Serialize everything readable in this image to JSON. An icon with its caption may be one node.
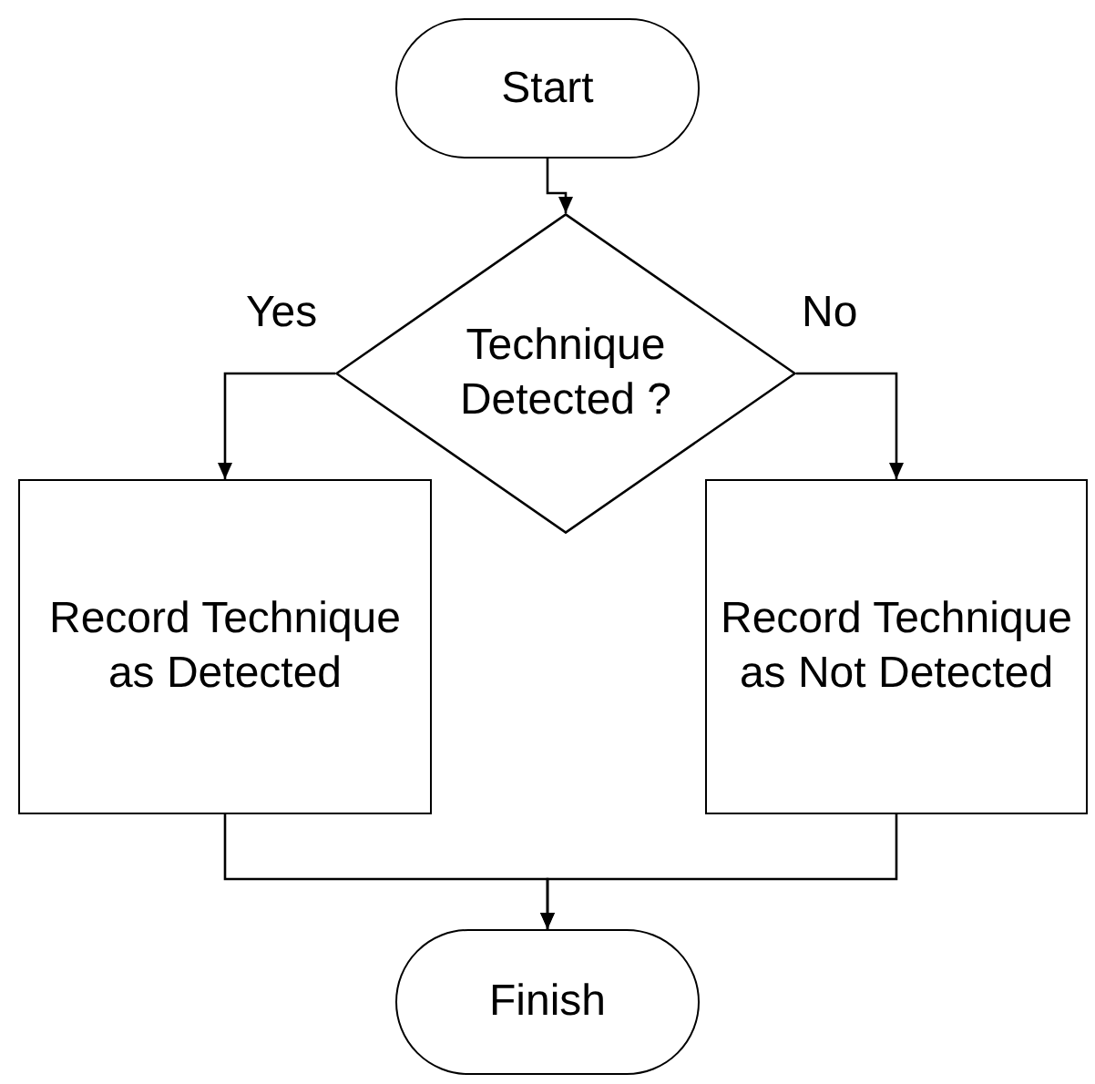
{
  "diagram": {
    "nodes": [
      {
        "text": [
          "Start"
        ]
      },
      {
        "text": [
          "Technique Detected ?"
        ]
      },
      {
        "text": [
          "Record Technique as Detected"
        ]
      },
      {
        "text": [
          "Record Technique as Not Detected"
        ]
      },
      {
        "text": [
          "Finish"
        ]
      }
    ],
    "edges": [
      {
        "from": 0,
        "to": 1,
        "arrow": "to"
      },
      {
        "from": 1,
        "to": 2,
        "arrow": "to",
        "label": "Yes"
      },
      {
        "from": 1,
        "to": 3,
        "arrow": "to",
        "label": "No"
      },
      {
        "from": 2,
        "to": 4,
        "arrow": "to"
      },
      {
        "from": 3,
        "to": 4,
        "arrow": "to"
      }
    ]
  }
}
